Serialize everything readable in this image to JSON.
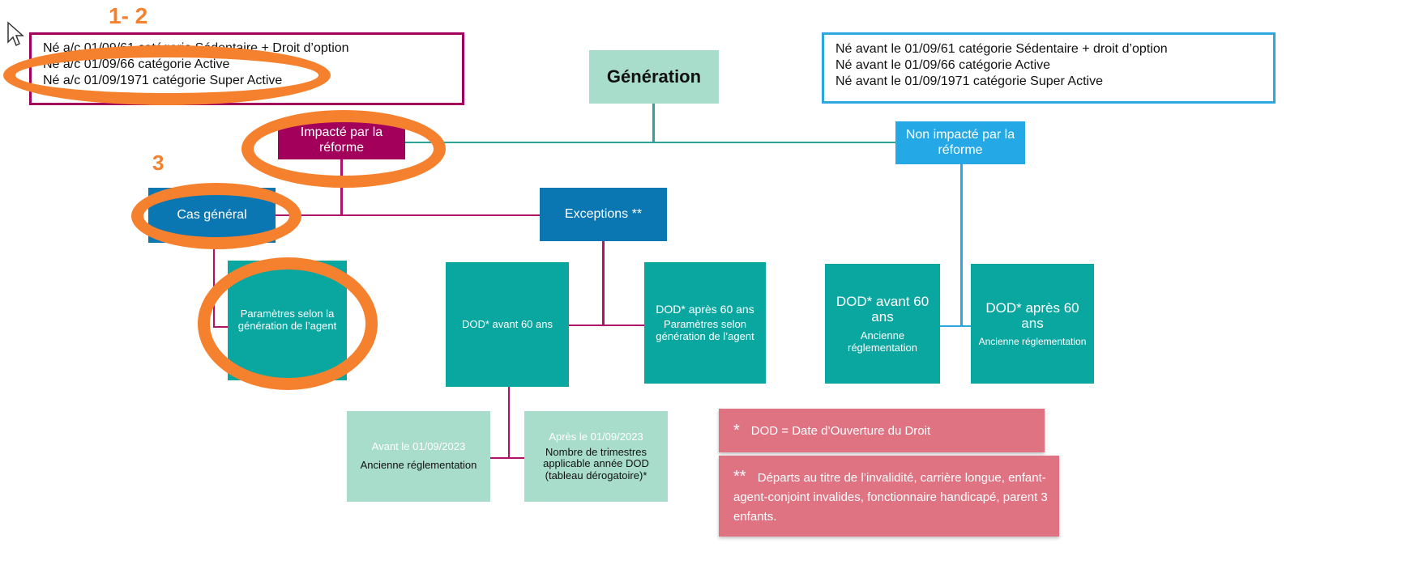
{
  "annotations": {
    "step_12": "1- 2",
    "step_3": "3"
  },
  "left_note": {
    "line1": "Né a/c 01/09/61 catégorie Sédentaire + Droit d’option",
    "line2": "Né a/c 01/09/66 catégorie Active",
    "line3": "Né a/c 01/09/1971 catégorie Super Active"
  },
  "right_note": {
    "line1": "Né avant le 01/09/61 catégorie Sédentaire + droit d’option",
    "line2": "Né avant le 01/09/66 catégorie Active",
    "line3": "Né avant le 01/09/1971 catégorie Super Active"
  },
  "nodes": {
    "generation": "Génération",
    "impacte": "Impacté par la réforme",
    "non_impacte": "Non impacté par la réforme",
    "cas_general": "Cas général",
    "exceptions": "Exceptions **",
    "params_agent": "Paramètres selon la génération de l’agent",
    "dod_avant": "DOD* avant 60 ans",
    "dod_apres_title": "DOD* après 60 ans",
    "dod_apres_sub": "Paramètres selon génération de l’agent",
    "ni_dod_avant_title": "DOD* avant 60 ans",
    "ni_dod_avant_sub": "Ancienne réglementation",
    "ni_dod_apres_title": "DOD* après 60 ans",
    "ni_dod_apres_sub": "Ancienne réglementation",
    "avant_2023_title": "Avant le 01/09/2023",
    "avant_2023_sub": "Ancienne réglementation",
    "apres_2023_title": "Après le 01/09/2023",
    "apres_2023_sub": "Nombre de trimestres applicable année DOD (tableau dérogatoire)*"
  },
  "footnotes": {
    "star1_mark": "*",
    "star1_text": "DOD = Date d’Ouverture du Droit",
    "star2_mark": "**",
    "star2_text": "Départs au titre de l’invalidité, carrière longue, enfant-agent-conjoint invalides, fonctionnaire handicapé, parent 3 enfants."
  },
  "colors": {
    "teal": "#0aa6a0",
    "mint": "#a8ddcc",
    "blue": "#0a76b2",
    "light_blue": "#25a9e6",
    "magenta": "#a3005c",
    "orange": "#f5812f",
    "pink": "#e07382"
  }
}
